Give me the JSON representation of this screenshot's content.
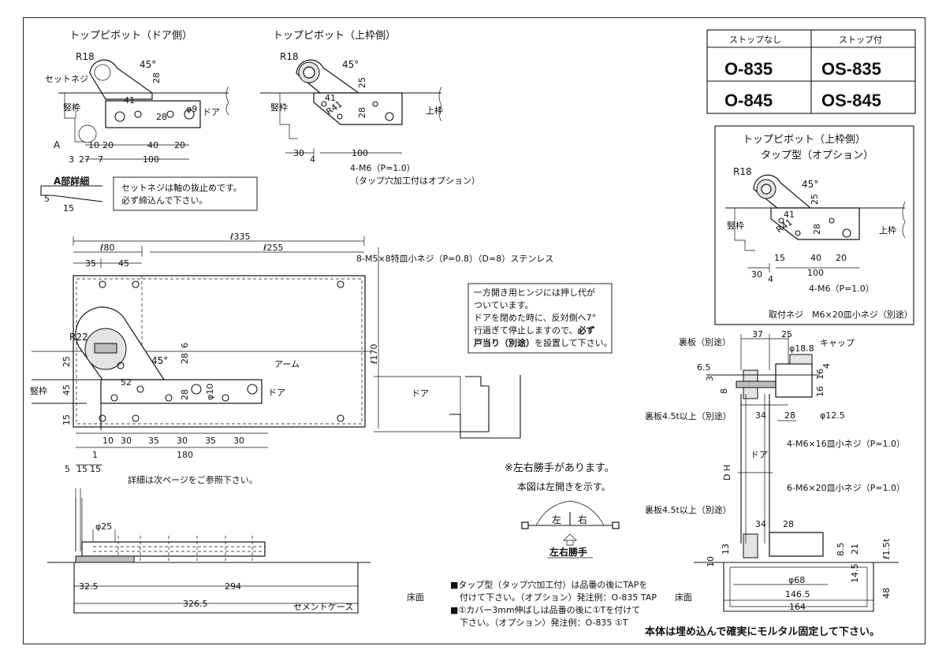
{
  "title_door_side": "トップピボット（ドア側）",
  "title_frame_side": "トップピボット（上枠側）",
  "title_tap_type_1": "トップピボット（上枠側）",
  "title_tap_type_2": "タップ型（オプション）",
  "model_table": {
    "header_no_stop": "ストップなし",
    "header_with_stop": "ストップ付",
    "rows": [
      {
        "no_stop": "O-835",
        "with_stop": "OS-835"
      },
      {
        "no_stop": "O-845",
        "with_stop": "OS-845"
      }
    ]
  },
  "labels": {
    "r18": "R18",
    "r22": "R22",
    "r41": "R41",
    "deg45": "45°",
    "set_screw": "セットネジ",
    "jamb": "竪枠",
    "door": "ドア",
    "top_frame": "上枠",
    "arm": "アーム",
    "a": "A",
    "a_detail": "A部詳細",
    "m6_door": "4-M6（P=1.0）",
    "m6_tap_note": "（タップ穴加工付はオプション）",
    "m6_tap": "4-M6（P=1.0）",
    "mount_screw": "取付ネジ　M6×20皿小ネジ（別途）",
    "screws_main": "8-M5×8特皿小ネジ（P=0.8）（D=8）ステンレス",
    "see_next_page": "詳細は次ページをご参照下さい。",
    "floor": "床面",
    "cement_case": "セメントケース",
    "backing_plate": "裏板（別途）",
    "backing_45_1": "裏板4.5t以上（別途）",
    "backing_45_2": "裏板4.5t以上（別途）",
    "cap": "キャップ",
    "screw_m6x16": "4-M6×16皿小ネジ（P=1.0）",
    "screw_m6x20": "6-M6×20皿小ネジ（P=1.0）",
    "dh": "D H",
    "left": "左",
    "right": "右",
    "handed_label": "左右勝手",
    "handed_title": "※左右勝手があります。",
    "handed_sub": "本図は左開きを示す。",
    "mortar": "本体は埋め込んで確実にモルタル固定して下さい。"
  },
  "notes": {
    "set_screw_1": "セットネジは軸の抜止めです。",
    "set_screw_2": "必ず締込んで下さい。",
    "hinge_1": "一方開き用ヒンジには押し代が",
    "hinge_2": "ついています。",
    "hinge_3": "ドアを閉めた時に、反対側へ7°",
    "hinge_4": "行過ぎて停止しますので、",
    "hinge_4b": "必ず",
    "hinge_5": "戸当り（別途）",
    "hinge_5b": "を設置して下さい。",
    "tap_1": "■タップ型（タップ穴加工付）は品番の後にTAPを",
    "tap_2": "付けて下さい。（オプション）発注例：O-835 TAP",
    "cover_1": "■①カバー3mm伸ばしは品番の後に①Tを付けて",
    "cover_2": "下さい。（オプション）発注例：O-835 ①T"
  },
  "dims": {
    "d335": "ℓ335",
    "d80": "ℓ80",
    "d255": "ℓ255",
    "d170": "ℓ170",
    "d35": "35",
    "d45": "45",
    "d25": "25",
    "d15": "15",
    "d5": "5",
    "d52": "52",
    "d6": "6",
    "d28": "28",
    "d9": "9",
    "d10": "10",
    "d30": "30",
    "d180": "180",
    "d1": "1",
    "d41": "41",
    "d20": "20",
    "d40": "40",
    "d100": "100",
    "d3": "3",
    "d27": "27",
    "d7": "7",
    "d4": "4",
    "d37": "37",
    "d188": "φ18.8",
    "d125": "φ12.5",
    "d65": "6.5",
    "d8": "8",
    "d16": "16",
    "d34": "34",
    "d13": "13",
    "d21": "21",
    "d85": "8.5",
    "d68": "φ68",
    "d145": "14.5",
    "d1465": "146.5",
    "d164": "164",
    "d48": "48",
    "d15t": "ℓ1.5t",
    "d325": "32.5",
    "d294": "294",
    "d3265": "326.5",
    "phi25": "φ25",
    "phi9": "φ9",
    "phi10": "φ10"
  }
}
